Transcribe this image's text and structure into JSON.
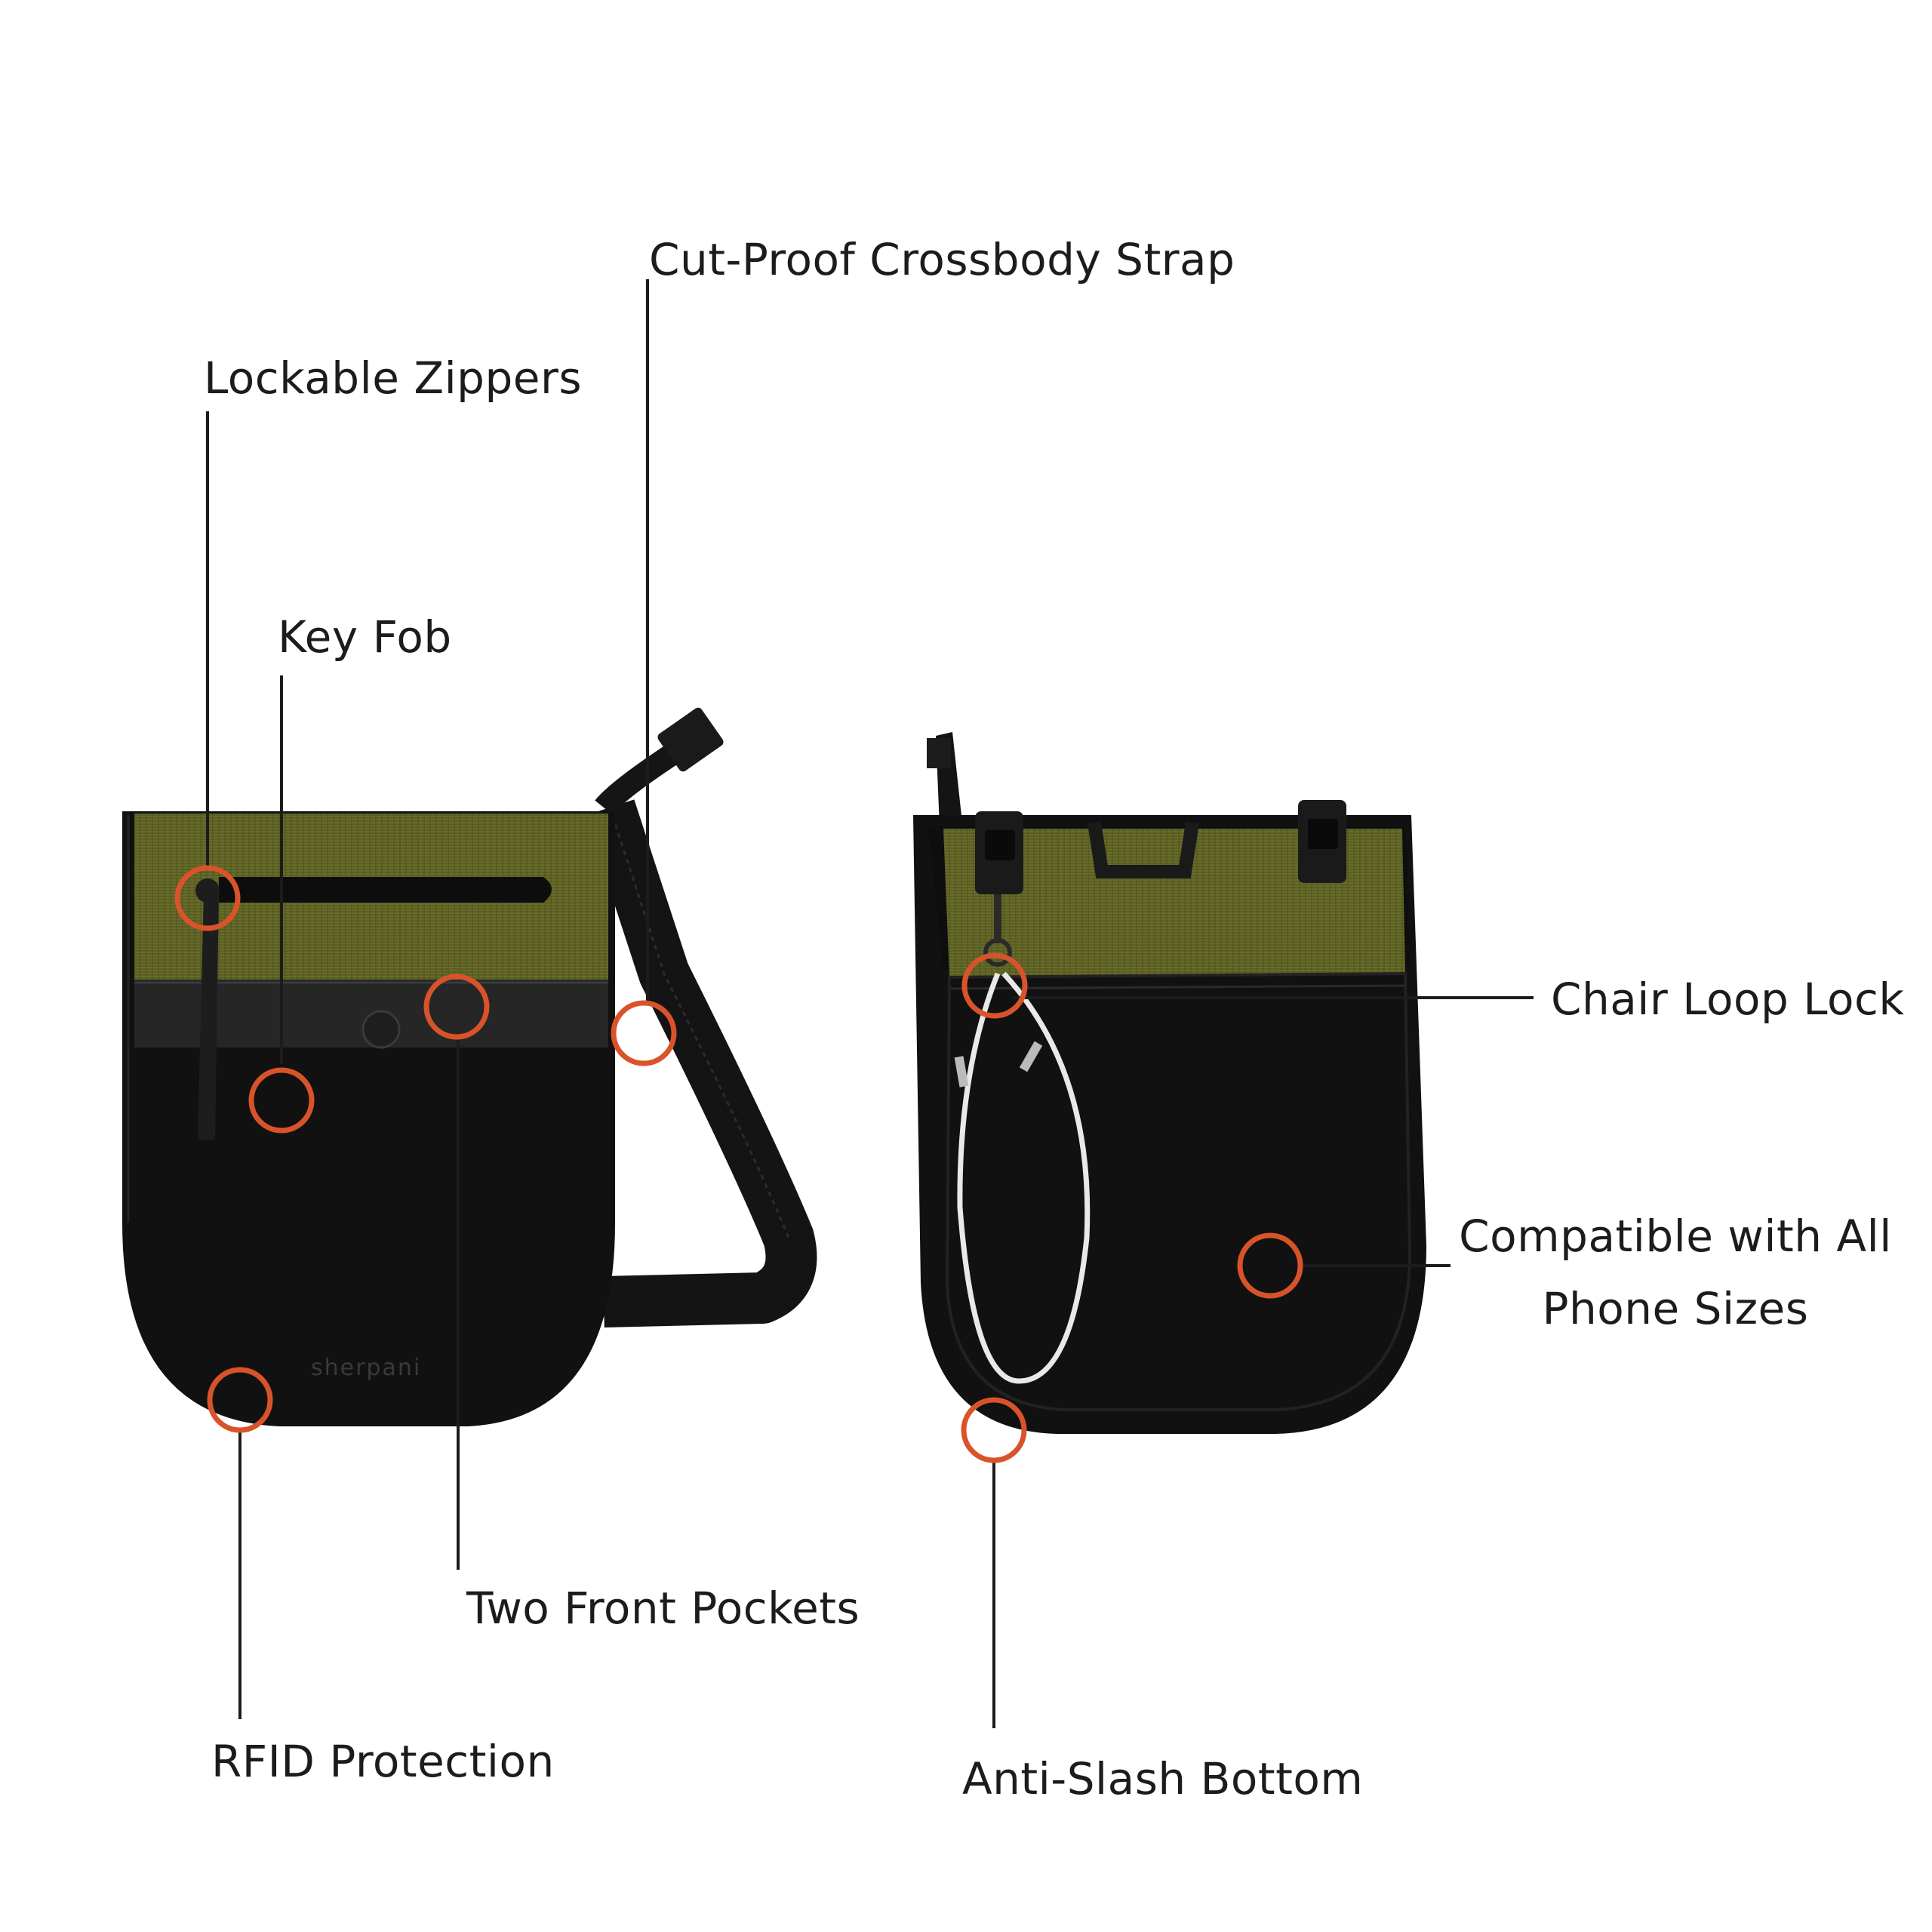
{
  "callouts": {
    "cut_proof_strap": "Cut-Proof Crossbody Strap",
    "lockable_zippers": "Lockable Zippers",
    "key_fob": "Key Fob",
    "chair_loop_lock": "Chair Loop Lock",
    "compatible_phone_line1": "Compatible with All",
    "compatible_phone_line2": "Phone Sizes",
    "two_front_pockets": "Two Front Pockets",
    "rfid_protection": "RFID Protection",
    "anti_slash_bottom": "Anti-Slash Bottom"
  },
  "products": {
    "front_bag": {
      "brand_mark": "sherpani",
      "view": "front"
    },
    "back_bag": {
      "view": "back"
    }
  },
  "colors": {
    "marker": "#d9532a",
    "leader_line": "#1c1c1c",
    "bag_body": "#111111",
    "bag_band": "#5c5f22",
    "trim": "#262626"
  }
}
